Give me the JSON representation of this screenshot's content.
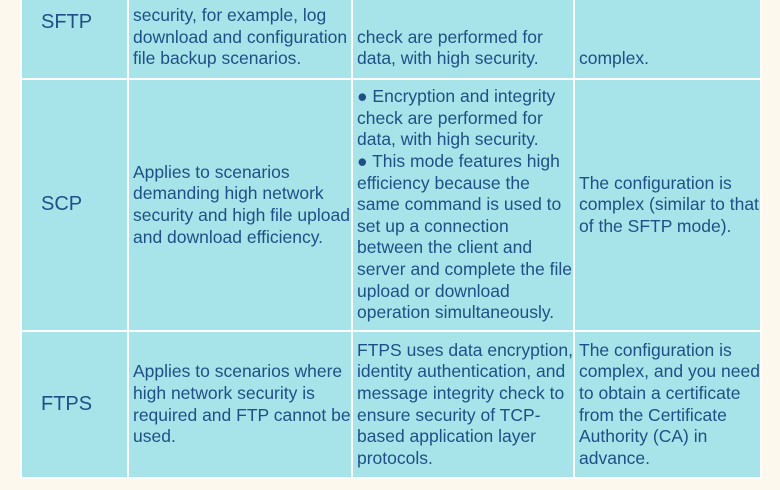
{
  "rows": [
    {
      "mode": "SFTP",
      "scenario": "security, for example, log download and configuration file backup scenarios.",
      "advantages": "check are performed for data, with high security.",
      "disadvantages": "complex."
    },
    {
      "mode": "SCP",
      "scenario": "Applies to scenarios demanding high network security and high file upload and download efficiency.",
      "advantages_1": "● Encryption and integrity check are performed for data, with high security.",
      "advantages_2": "● This mode features high efficiency because the same command is used to set up a connection between the client and server and complete the file upload or download operation simultaneously.",
      "disadvantages": "The configuration is complex (similar to that of the SFTP mode)."
    },
    {
      "mode": "FTPS",
      "scenario": "Applies to scenarios where high network security is required and FTP cannot be used.",
      "advantages": "FTPS uses data encryption, identity authentication, and message integrity check to ensure security of TCP-based application layer protocols.",
      "disadvantages": "The configuration is complex, and you need to obtain a certificate from the Certificate Authority (CA) in advance."
    }
  ],
  "colors": {
    "cell_bg": "#a7e4e9",
    "text": "#1f4f86",
    "page_bg": "#fcf8ee",
    "border": "#ffffff"
  }
}
